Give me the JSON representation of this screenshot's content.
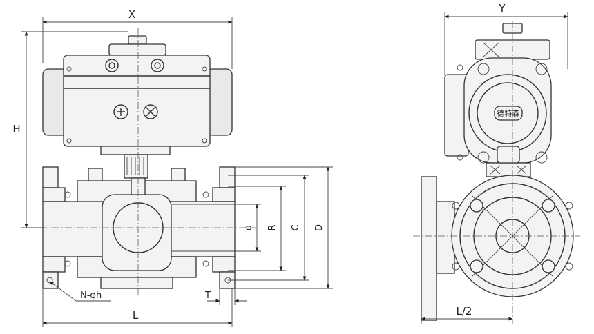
{
  "front_view": {
    "dims": {
      "x": "X",
      "h": "H",
      "l": "L",
      "d_small": "d",
      "r": "R",
      "c": "C",
      "d_large": "D",
      "t": "T",
      "n_h": "N-φh"
    }
  },
  "side_view": {
    "dims": {
      "y": "Y",
      "l_half": "L/2"
    },
    "brand_label": "德特森"
  },
  "colors": {
    "line": "#333333",
    "background": "#ffffff",
    "body_fill": "#f3f3f3"
  }
}
